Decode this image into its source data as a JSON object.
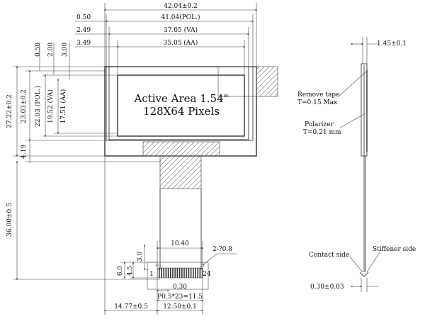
{
  "front_view": {
    "width_dims": {
      "overall": "42.04±0.2",
      "polarizer": "41.04(POL.)",
      "viewing_area": "37.05 (VA)",
      "active_area": "35.05 (AA)",
      "offset_pol": "0.50",
      "offset_va": "2.49",
      "offset_aa": "3.49"
    },
    "height_dims": {
      "overall": "27.22±0.2",
      "polarizer": "23.03±0.2",
      "pol_label": "22.03 (POL.)",
      "viewing_area": "19.52 (VA)",
      "active_area": "17.51 (AA)",
      "top_pol": "0.50",
      "top_va": "2.00",
      "top_aa": "3.00",
      "bottom_ledge": "4.19",
      "fpc_length": "36.00±0.5"
    },
    "active_area_text": {
      "line1": "Active Area 1.54\"",
      "line2": "128X64 Pixels"
    }
  },
  "fpc": {
    "width_top": "10.40",
    "hole_note": "2-?0.8",
    "dim_3": "3.0",
    "dim_4_5": "4.5",
    "dim_6": "6.0",
    "pin_start": "1",
    "pin_end": "24",
    "pin_width": "0.30",
    "pitch": "P0.5*23=11.5",
    "fpc_width": "12.50±0.1",
    "left_offset": "14.77±0.5"
  },
  "side_view": {
    "thickness": "1.45±0.1",
    "remove_tape_1": "Remove tape",
    "remove_tape_2": "T=0.15 Max",
    "polarizer_1": "Polarizer",
    "polarizer_2": "T=0.21 mm",
    "contact_side": "Contact side",
    "stiffener_side": "Stiffener side",
    "fpc_thickness": "0.30±0.03"
  }
}
